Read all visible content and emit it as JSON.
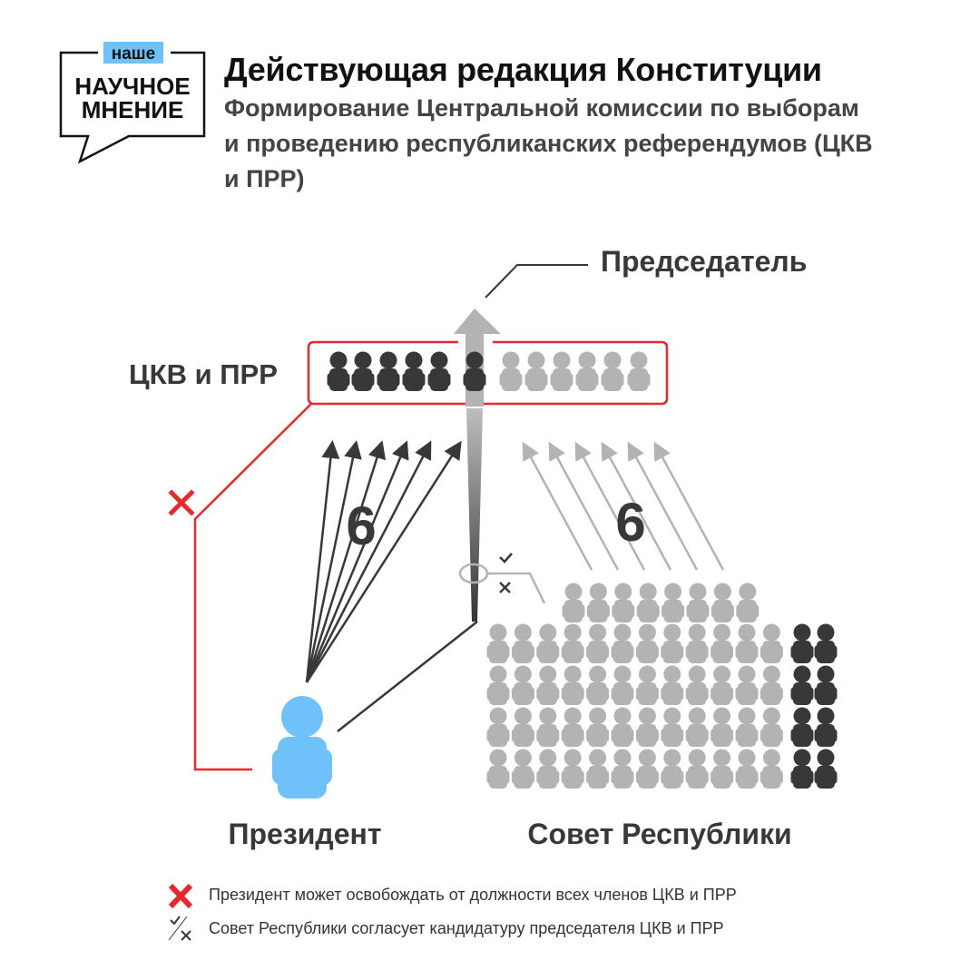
{
  "logo": {
    "tag": "наше",
    "line1": "НАУЧНОЕ",
    "line2": "МНЕНИЕ"
  },
  "header": {
    "title": "Действующая редакция Конституции",
    "subtitle": "Формирование Центральной комиссии по выборам и проведению республиканских референдумов (ЦКВ и ПРР)"
  },
  "diagram": {
    "chairman_label": "Председатель",
    "commission_label": "ЦКВ и ПРР",
    "commission": {
      "dark_members": 6,
      "gray_members": 6
    },
    "president_label": "Президент",
    "council_label": "Совет Республики",
    "president_appoints": "6",
    "council_elects": "6",
    "council": {
      "top_row_gray": 8,
      "rows": 4,
      "gray_per_row": 12,
      "dark_per_row": 2
    }
  },
  "legend": [
    {
      "icon": "red-cross-icon",
      "text": "Президент может освобождать от должности всех членов ЦКВ и ПРР"
    },
    {
      "icon": "check-cross-icon",
      "text": "Совет Республики согласует кандидатуру председателя ЦКВ и ПРР"
    }
  ],
  "colors": {
    "dark": "#383838",
    "gray": "#b3b3b3",
    "red": "#e8282b",
    "blue": "#6ec1f9",
    "logo_tag": "#6ec1f9"
  }
}
